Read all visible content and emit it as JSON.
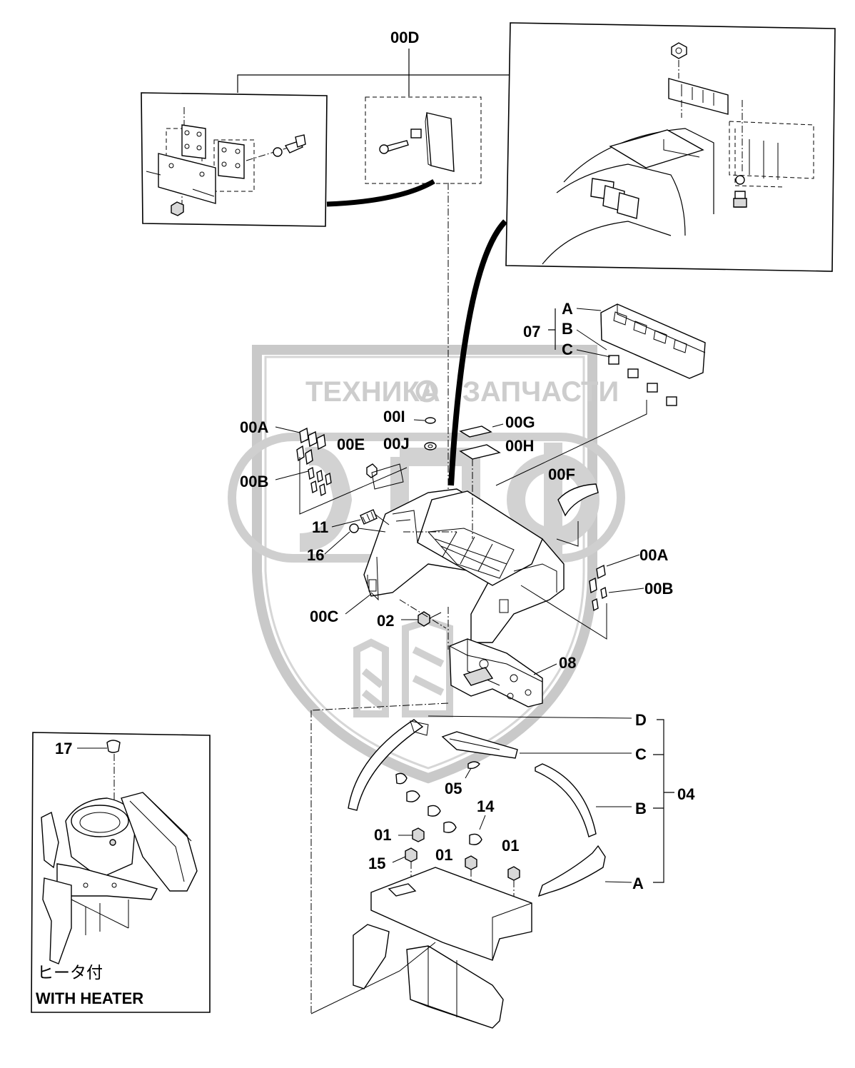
{
  "watermark": {
    "left_text": "ТЕХНИКА",
    "right_text": "ЗАПЧАСТИ",
    "icon": "gear-icon"
  },
  "labels": {
    "l_00D": "00D",
    "l_07": "07",
    "l_07A": "A",
    "l_07B": "B",
    "l_07C": "C",
    "l_00I": "00I",
    "l_00G": "00G",
    "l_00J": "00J",
    "l_00H": "00H",
    "l_00E": "00E",
    "l_00A_left": "00A",
    "l_00B_left": "00B",
    "l_00F": "00F",
    "l_11": "11",
    "l_16": "16",
    "l_00A_right": "00A",
    "l_00B_right": "00B",
    "l_00C": "00C",
    "l_02": "02",
    "l_08": "08",
    "l_D": "D",
    "l_C": "C",
    "l_B": "B",
    "l_A": "A",
    "l_04": "04",
    "l_05": "05",
    "l_14": "14",
    "l_01_a": "01",
    "l_01_b": "01",
    "l_01_c": "01",
    "l_15": "15",
    "l_17": "17"
  },
  "inset": {
    "caption_jp": "ヒータ付",
    "caption_en": "WITH HEATER"
  }
}
